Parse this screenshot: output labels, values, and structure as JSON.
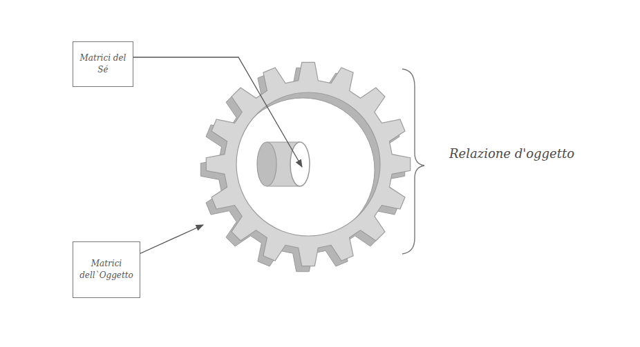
{
  "diagram": {
    "nodes": [
      {
        "text": [
          "Matrici del Sé"
        ]
      },
      {
        "text": [
          "Matrici dell`Oggetto"
        ]
      }
    ],
    "labels": [
      "Relazione d'oggetto"
    ]
  }
}
